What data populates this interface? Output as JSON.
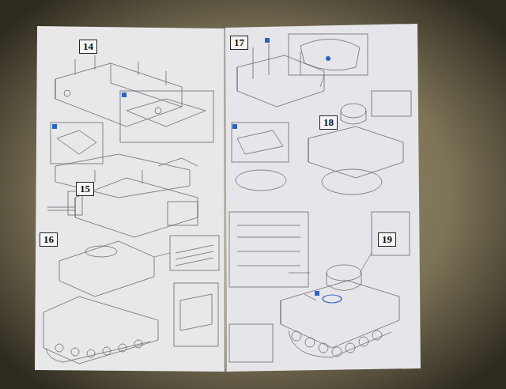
{
  "diagram": {
    "nodes": [
      {
        "text": [
          "14"
        ]
      },
      {
        "text": [
          "15"
        ]
      },
      {
        "text": [
          "16"
        ]
      },
      {
        "text": [
          "17"
        ]
      },
      {
        "text": [
          "18"
        ]
      },
      {
        "text": [
          "19"
        ]
      }
    ]
  }
}
